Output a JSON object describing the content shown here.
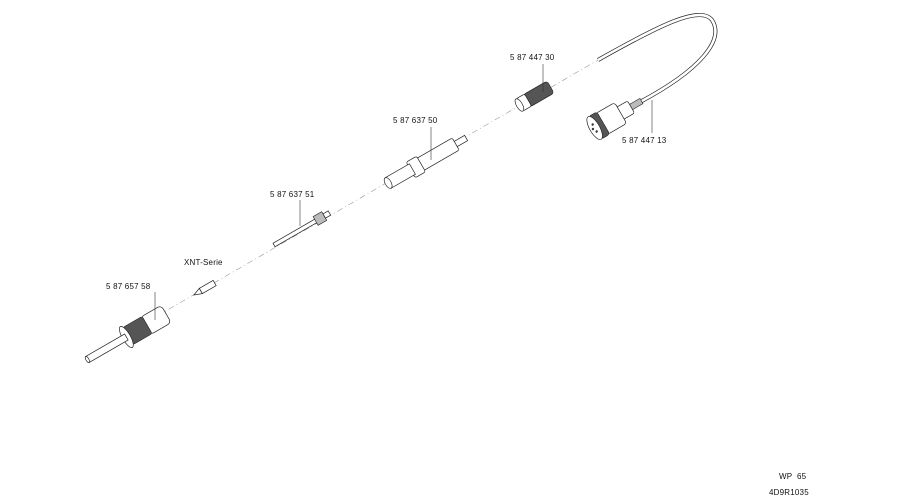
{
  "parts": [
    {
      "id": "cable",
      "part_number": "5 87 447 13"
    },
    {
      "id": "grip_sleeve",
      "part_number": "5 87 447 30"
    },
    {
      "id": "heater_sleeve",
      "part_number": "5 87 637 50"
    },
    {
      "id": "heating_element",
      "part_number": "5 87 637 51"
    },
    {
      "id": "tip",
      "part_number": "XNT-Serie"
    },
    {
      "id": "handle",
      "part_number": "5 87 657 58"
    }
  ],
  "footer": {
    "drawing_name": "WP  65",
    "drawing_code": "4D9R1035"
  }
}
